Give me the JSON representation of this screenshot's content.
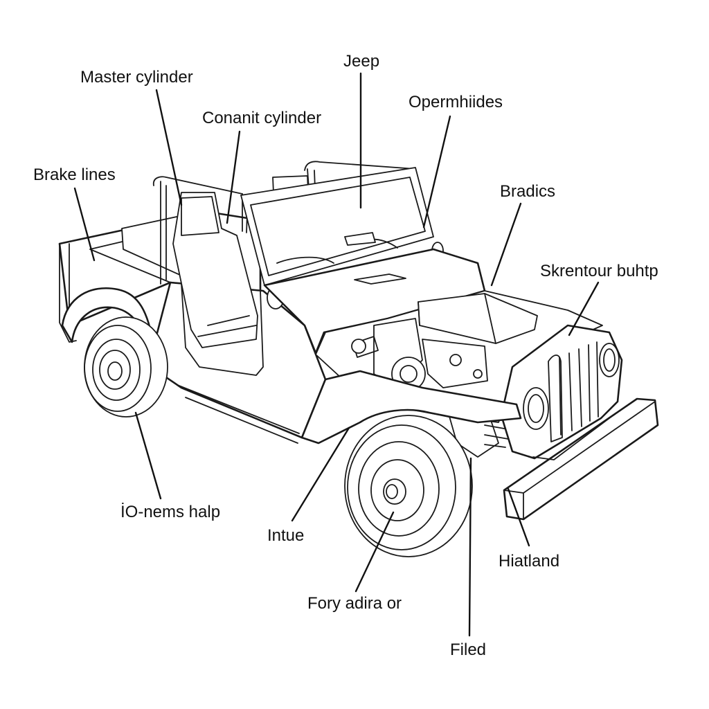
{
  "labels": {
    "master_cylinder": "Master cylinder",
    "conanit_cylinder": "Conanit cylinder",
    "jeep": "Jeep",
    "opermhiides": "Opermhiides",
    "brake_lines": "Brake lines",
    "bradics": "Bradics",
    "skrentour_buhtp": "Skrentour buhtp",
    "io_nems_halp": "İO-nems halp",
    "intue": "Intue",
    "hiatland": "Hiatland",
    "fory_adira_or": "Fory adira or",
    "filed": "Filed"
  },
  "icons": {
    "vehicle": "jeep-line-drawing"
  }
}
